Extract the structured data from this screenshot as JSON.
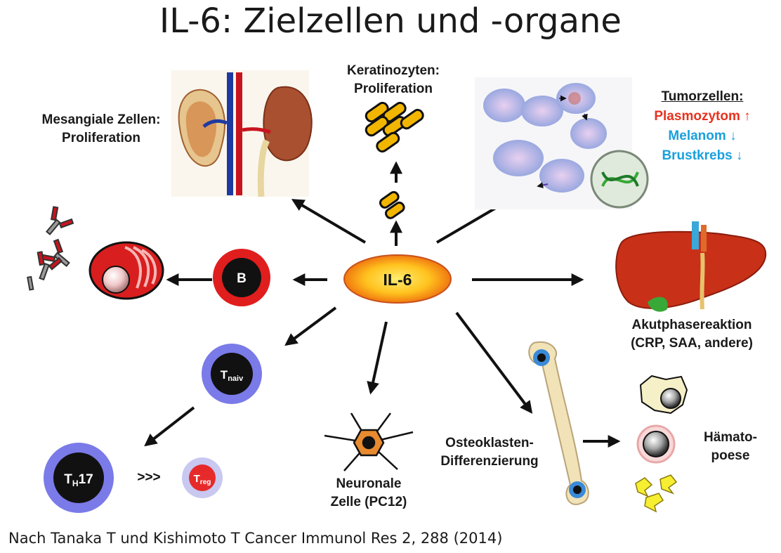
{
  "title": "IL-6: Zielzellen und -organe",
  "center": "IL-6",
  "mesangial": {
    "line1": "Mesangiale Zellen:",
    "line2": "Proliferation"
  },
  "keratinocytes": {
    "line1": "Keratinozyten:",
    "line2": "Proliferation"
  },
  "tumor": {
    "heading": "Tumorzellen:",
    "items": [
      {
        "label": "Plasmozytom",
        "arrow": "↑",
        "color": "#e8321e"
      },
      {
        "label": "Melanom",
        "arrow": "↓",
        "color": "#1aa0dc"
      },
      {
        "label": "Brustkrebs",
        "arrow": "↓",
        "color": "#1aa0dc"
      }
    ]
  },
  "acute_phase": {
    "line1": "Akutphasereaktion",
    "line2": "(CRP, SAA, andere)"
  },
  "b_cell": "B",
  "t_naive": {
    "main": "T",
    "sub": "naiv"
  },
  "th17": {
    "main": "T",
    "sub": "H",
    "suffix": "17"
  },
  "comparison": ">>>",
  "treg": {
    "main": "T",
    "sub": "reg"
  },
  "neuron": {
    "line1": "Neuronale",
    "line2": "Zelle (PC12)"
  },
  "osteoclast": {
    "line1": "Osteoklasten-",
    "line2": "Differenzierung"
  },
  "hematopoiesis": {
    "line1": "Hämato-",
    "line2": "poese"
  },
  "citation": "Nach Tanaka T und Kishimoto T Cancer Immunol Res 2, 288 (2014)"
}
